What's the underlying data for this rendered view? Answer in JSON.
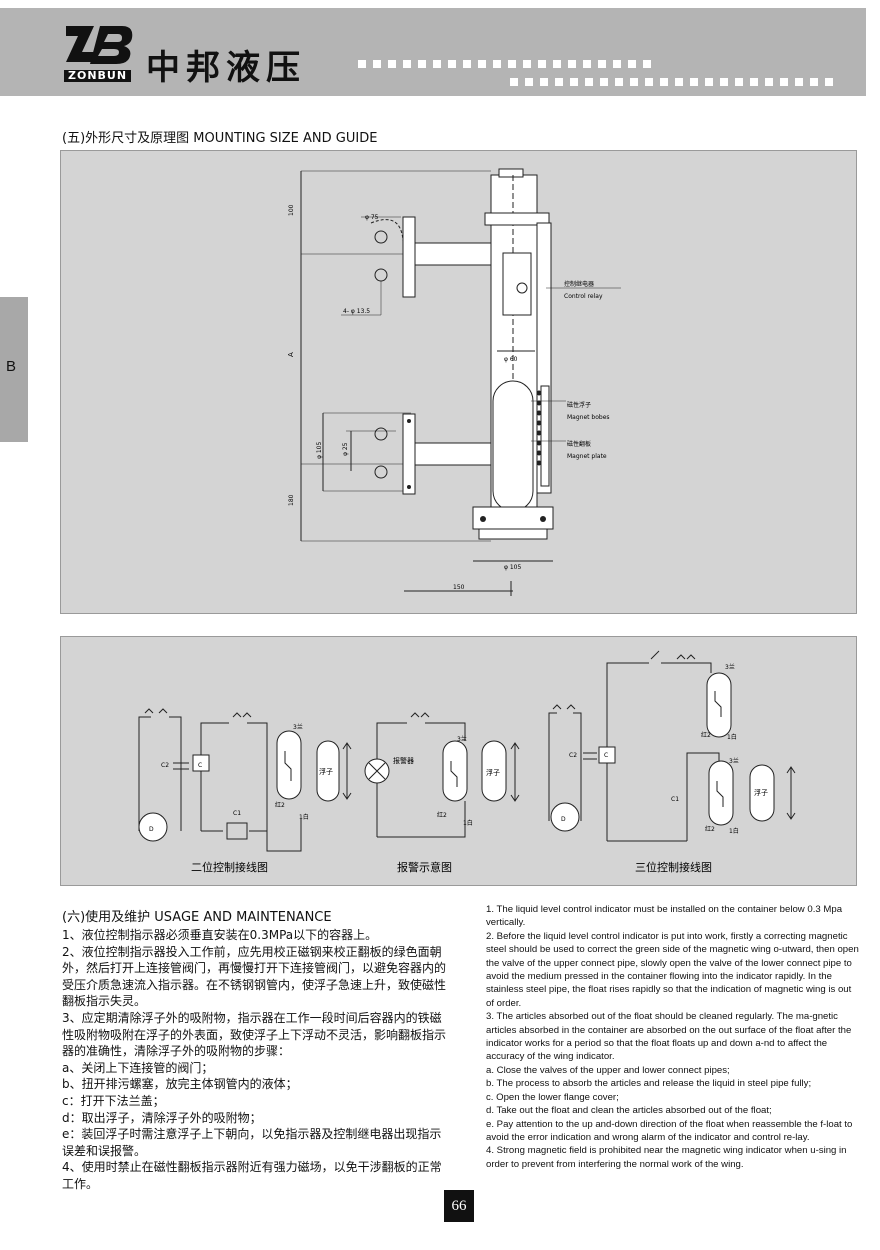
{
  "header": {
    "logo_mark": "ZB",
    "logo_text": "ZONBUN",
    "brand": "中邦液压"
  },
  "side_tab": {
    "letter": "B"
  },
  "section5": {
    "title": "(五)外形尺寸及原理图  MOUNTING SIZE AND GUIDE"
  },
  "drawing": {
    "dim_100": "100",
    "dim_A": "A",
    "dim_180": "180",
    "dim_105_v": "φ 105",
    "dim_25": "φ 25",
    "dim_75": "φ 75",
    "dim_holes": "4- φ 13.5",
    "dim_60": "φ 60",
    "dim_105_h": "φ 105",
    "dim_150": "150",
    "relay_zh": "控制继电器",
    "relay_en": "Control relay",
    "bobes_zh": "磁性浮子",
    "bobes_en": "Magnet bobes",
    "plate_zh": "磁性翻板",
    "plate_en": "Magnet plate"
  },
  "wiring": {
    "caption_two": "二位控制接线图",
    "caption_alarm": "报警示意图",
    "caption_three": "三位控制接线图",
    "label_c": "C",
    "label_c1": "C1",
    "label_c2": "C2",
    "label_d": "D",
    "label_float": "浮子",
    "label_alarm": "报警器",
    "label_3lan": "3兰",
    "label_hong2": "红2",
    "label_1bai": "1白"
  },
  "section6": {
    "title": "(六)使用及维护  USAGE AND MAINTENANCE"
  },
  "zh_paragraphs": [
    "    1、液位控制指示器必须垂直安装在0.3MPa以下的容器上。",
    "    2、液位控制指示器投入工作前，应先用校正磁钢来校正翻板的绿色面朝外，然后打开上连接管阀门，再慢慢打开下连接管阀门，以避免容器内的受压介质急速流入指示器。在不锈钢钢管内，使浮子急速上升，致使磁性翻板指示失灵。",
    "    3、应定期清除浮子外的吸附物，指示器在工作一段时间后容器内的铁磁性吸附物吸附在浮子的外表面，致使浮子上下浮动不灵活，影响翻板指示器的准确性，清除浮子外的吸附物的步骤：",
    "        a、关闭上下连接管的阀门；",
    "        b、扭开排污螺塞，放完主体钢管内的液体；",
    "        c：打开下法兰盖；",
    "        d：取出浮子，清除浮子外的吸附物；",
    "        e：装回浮子时需注意浮子上下朝向，以免指示器及控制继电器出现指示误差和误报警。",
    "    4、使用时禁止在磁性翻板指示器附近有强力磁场，以免干涉翻板的正常工作。"
  ],
  "en_paragraphs": [
    "    1. The liquid level control indicator must be installed on the container below 0.3 Mpa vertically.",
    "    2. Before the liquid level control indicator is put into work, firstly a correcting magnetic steel should be used to correct the green side of the magnetic wing o-utward, then open the valve of the upper connect pipe,  slowly open the valve of the lower connect pipe to avoid the medium pressed in the container flowing into the indicator rapidly. In the stainless steel pipe, the float rises rapidly so that the indication of magnetic wing is out of order.",
    "    3. The articles absorbed out of the float should be cleaned regularly. The ma-gnetic articles absorbed in the container are absorbed on the out surface of the float after the indicator works for a period so that the float floats up and down a-nd to affect the accuracy of the wing indicator.",
    "a. Close the valves of the upper and lower connect pipes;",
    "b. The process to absorb the articles and release the liquid in steel pipe fully;",
    "c. Open the lower flange cover;",
    "d. Take out the float and clean the articles absorbed out of the float;",
    "e. Pay attention to the up and-down direction of the float when reassemble the f-loat to avoid the error indication and wrong alarm of the indicator and control re-lay.",
    "  4. Strong magnetic field is prohibited near the magnetic wing indicator when u-sing in order to prevent from interfering the normal work of the wing."
  ],
  "page_number": "66"
}
